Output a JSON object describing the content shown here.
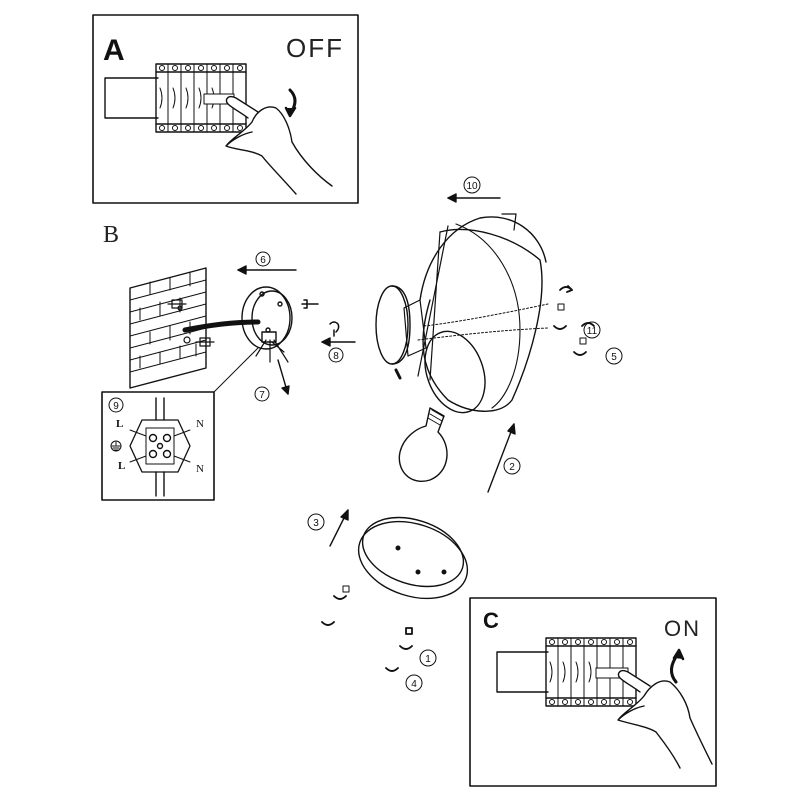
{
  "panel_a": {
    "letter": "A",
    "state": "OFF"
  },
  "panel_b": {
    "letter": "B"
  },
  "panel_c": {
    "letter": "C",
    "state": "ON"
  },
  "wiring_inset": {
    "step": "9",
    "terminals": [
      "L",
      "N",
      "L",
      "N"
    ]
  },
  "steps": [
    "1",
    "2",
    "3",
    "4",
    "5",
    "6",
    "7",
    "8",
    "9",
    "10",
    "11"
  ]
}
